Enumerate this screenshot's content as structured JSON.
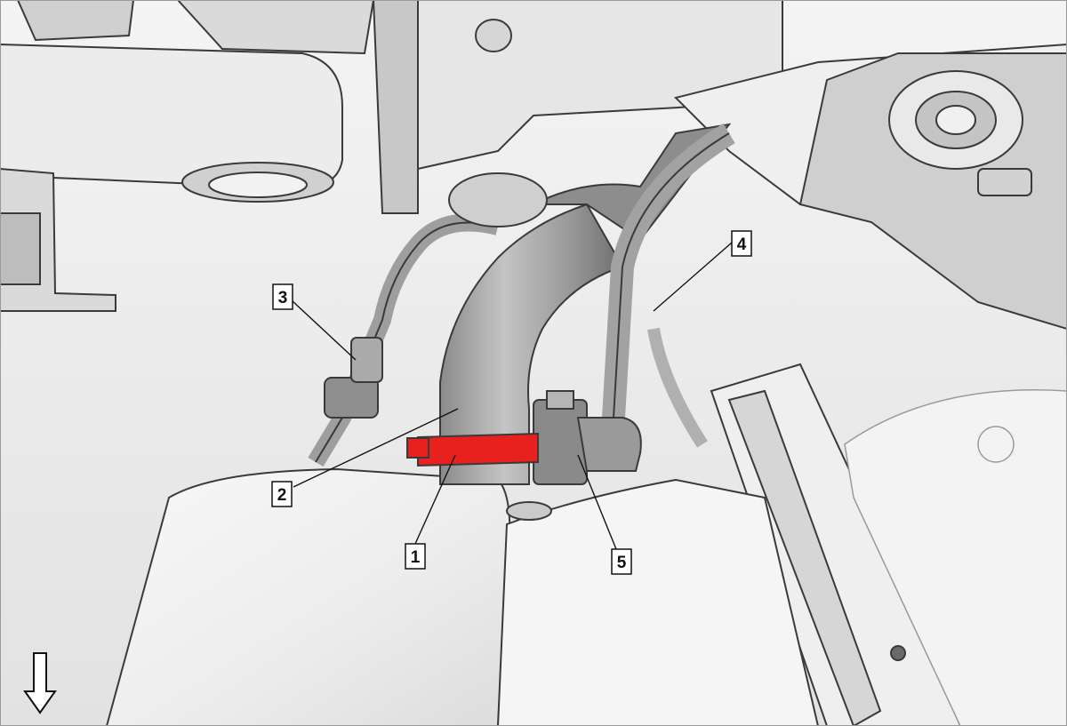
{
  "callouts": [
    {
      "id": "1",
      "label": "1"
    },
    {
      "id": "2",
      "label": "2"
    },
    {
      "id": "3",
      "label": "3"
    },
    {
      "id": "4",
      "label": "4"
    },
    {
      "id": "5",
      "label": "5"
    }
  ],
  "orientation_arrow_icon": "arrow-down-icon",
  "colors": {
    "highlight": "#e8201e",
    "part_dark": "#7d7d7d",
    "part_mid": "#a9a9a9",
    "part_light": "#d8d8d8",
    "outline": "#3a3a3a"
  }
}
